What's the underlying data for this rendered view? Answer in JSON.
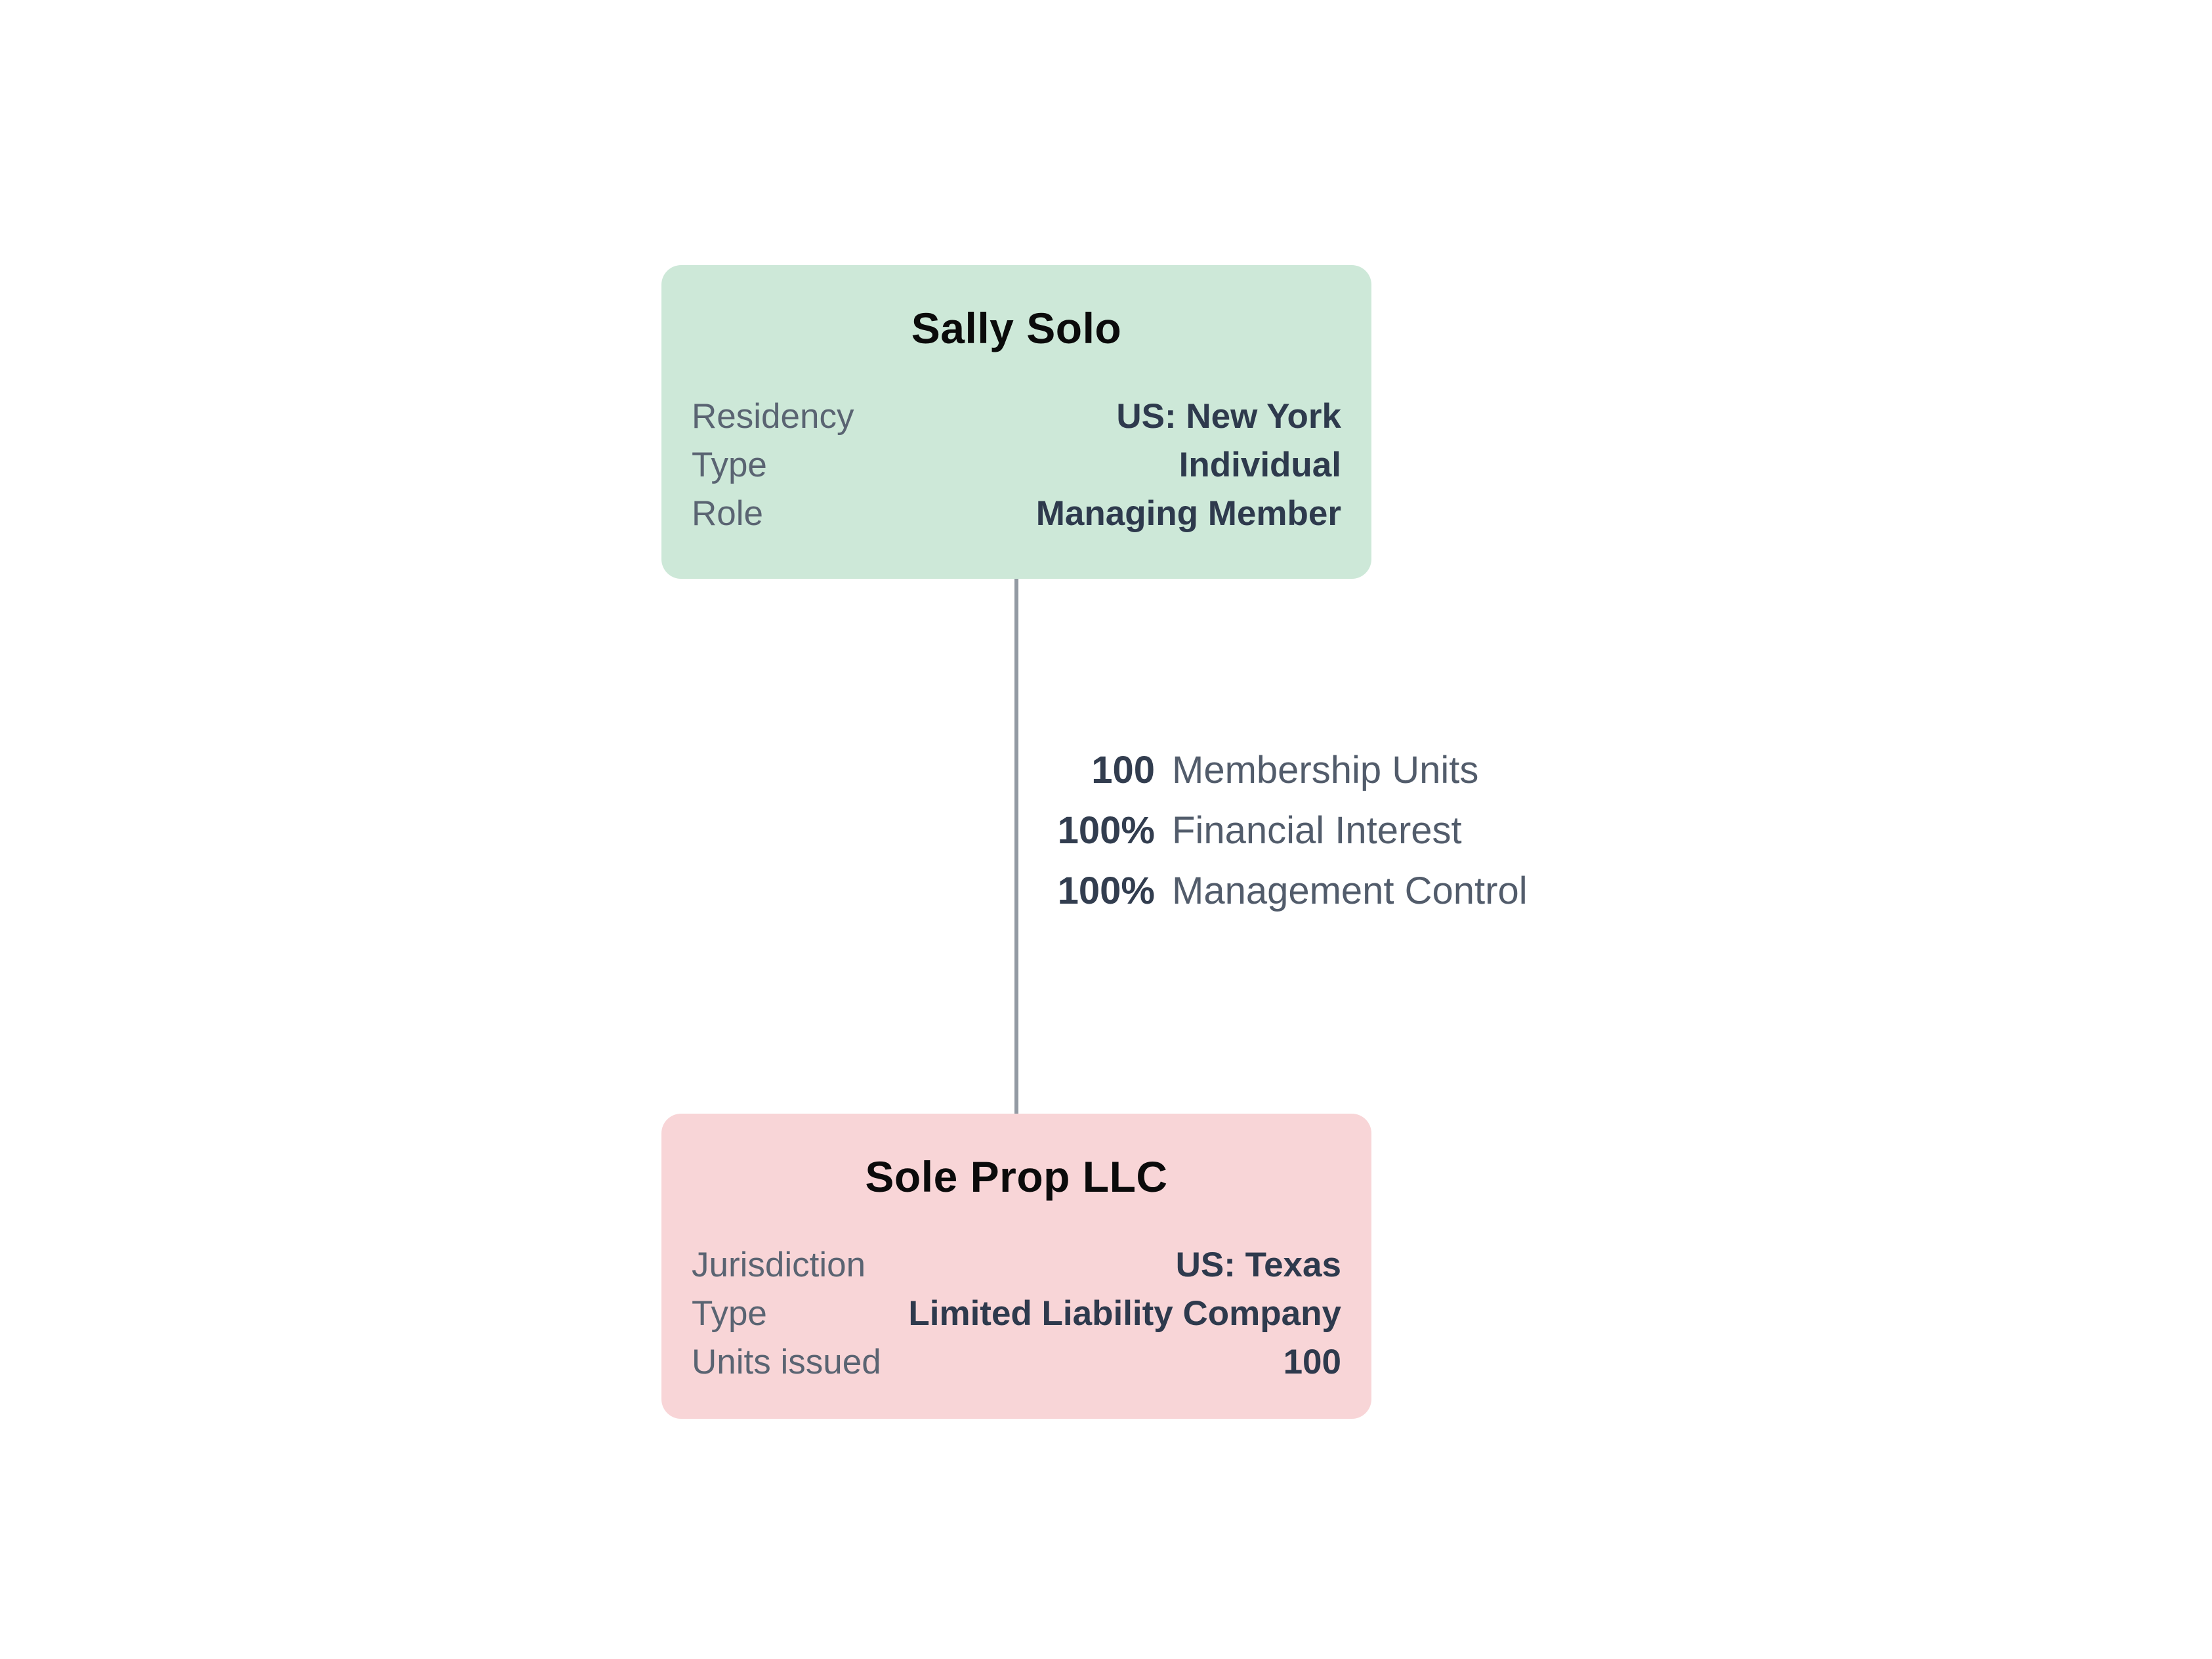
{
  "nodes": [
    {
      "title": "Sally Solo",
      "color": "#cde8d8",
      "rows": [
        {
          "label": "Residency",
          "value": "US: New York"
        },
        {
          "label": "Type",
          "value": "Individual"
        },
        {
          "label": "Role",
          "value": "Managing Member"
        }
      ]
    },
    {
      "title": "Sole Prop LLC",
      "color": "#f8d5d7",
      "rows": [
        {
          "label": "Jurisdiction",
          "value": "US: Texas"
        },
        {
          "label": "Type",
          "value": "Limited Liability Company"
        },
        {
          "label": "Units issued",
          "value": "100"
        }
      ]
    }
  ],
  "edge": {
    "line_color": "#939aa3",
    "labels": [
      {
        "value": "100",
        "text": "Membership Units"
      },
      {
        "value": "100%",
        "text": "Financial Interest"
      },
      {
        "value": "100%",
        "text": "Management Control"
      }
    ]
  }
}
